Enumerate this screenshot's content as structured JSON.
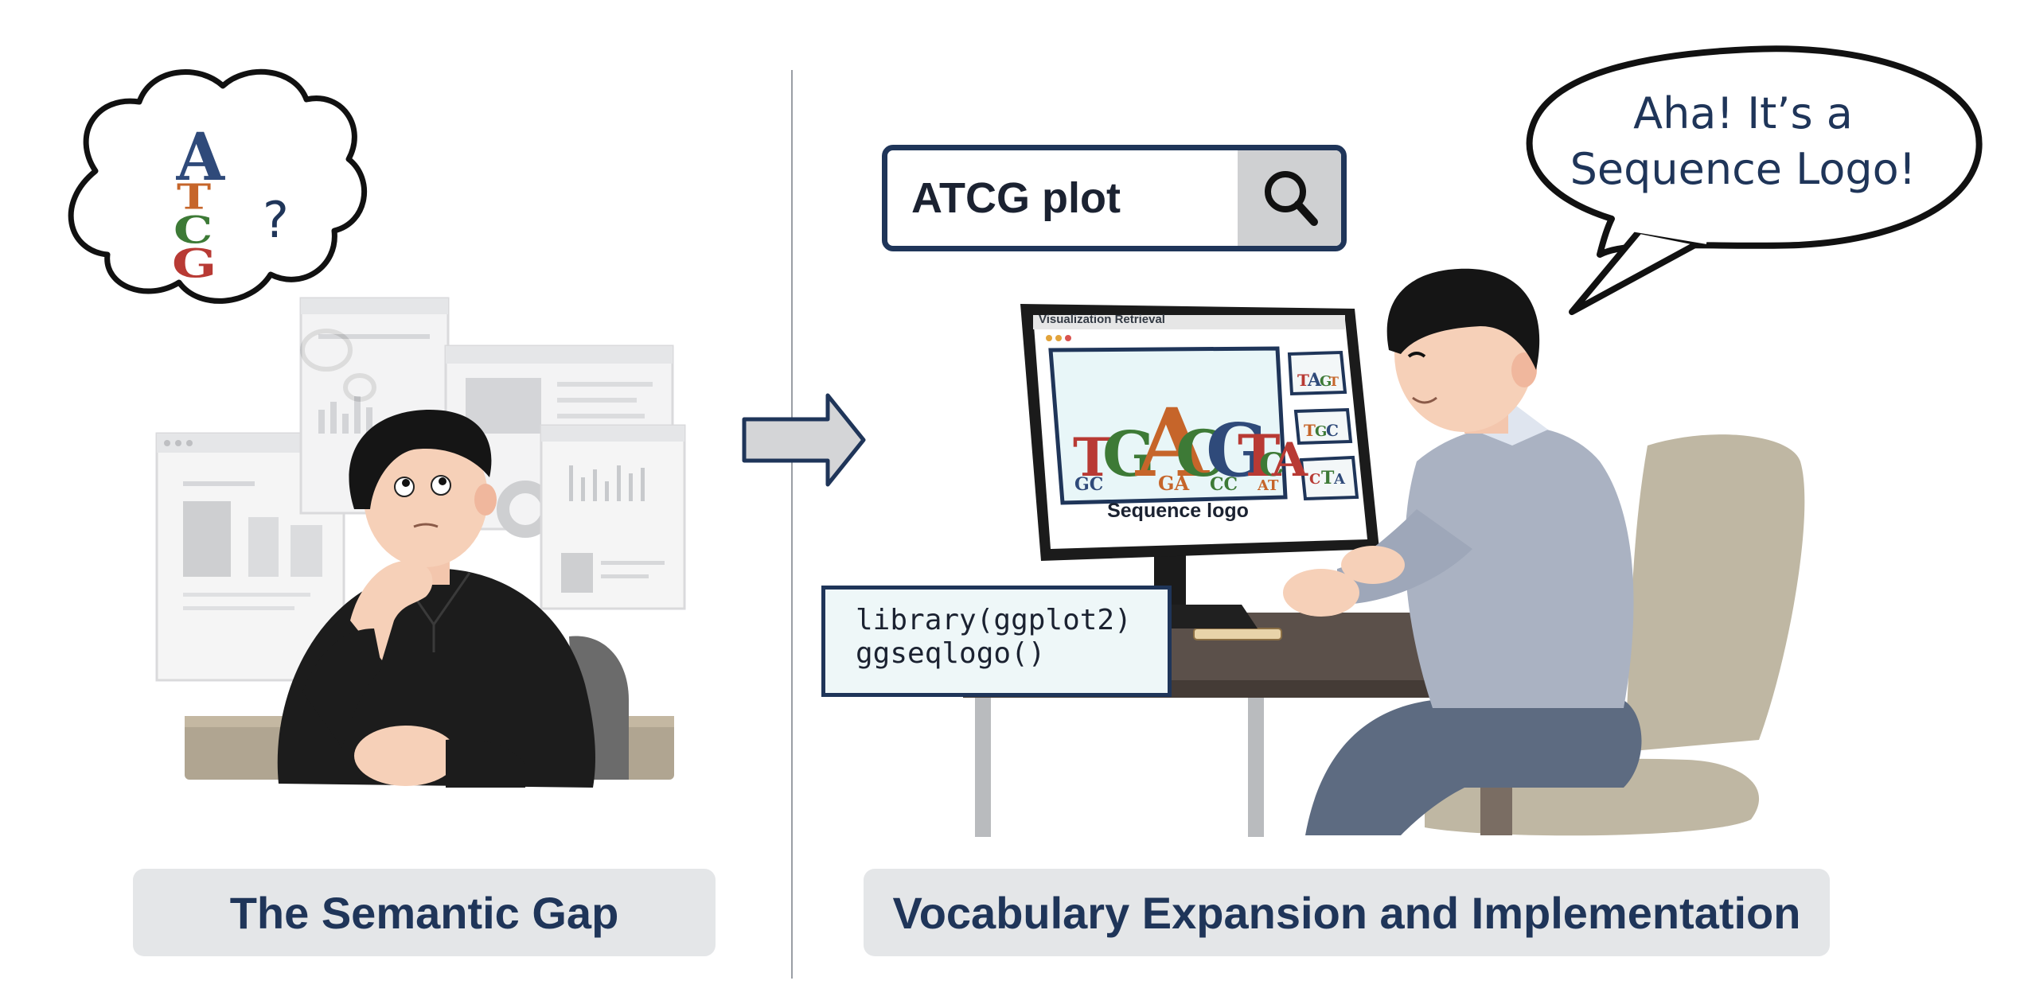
{
  "left_panel": {
    "label": "The Semantic Gap",
    "thought_letters": [
      "A",
      "T",
      "C",
      "G"
    ],
    "question_mark": "?"
  },
  "right_panel": {
    "label": "Vocabulary Expansion and Implementation",
    "search": {
      "query": "ATCG plot",
      "icon": "search-icon"
    },
    "monitor": {
      "window_title": "Visualization Retrieval",
      "main_logo_letters": "TGACGTCA",
      "caption": "Sequence logo"
    },
    "code": {
      "lines": [
        "library(ggplot2)",
        "ggseqlogo()"
      ]
    },
    "speech": {
      "lines": [
        "Aha! It’s a",
        "Sequence Logo!"
      ]
    }
  },
  "colors": {
    "navy": "#1f3559",
    "label_bg": "#e4e6e8",
    "dna_A": "#2f4a7a",
    "dna_T": "#c6652a",
    "dna_C": "#3d7a36",
    "dna_G": "#b83a34"
  }
}
